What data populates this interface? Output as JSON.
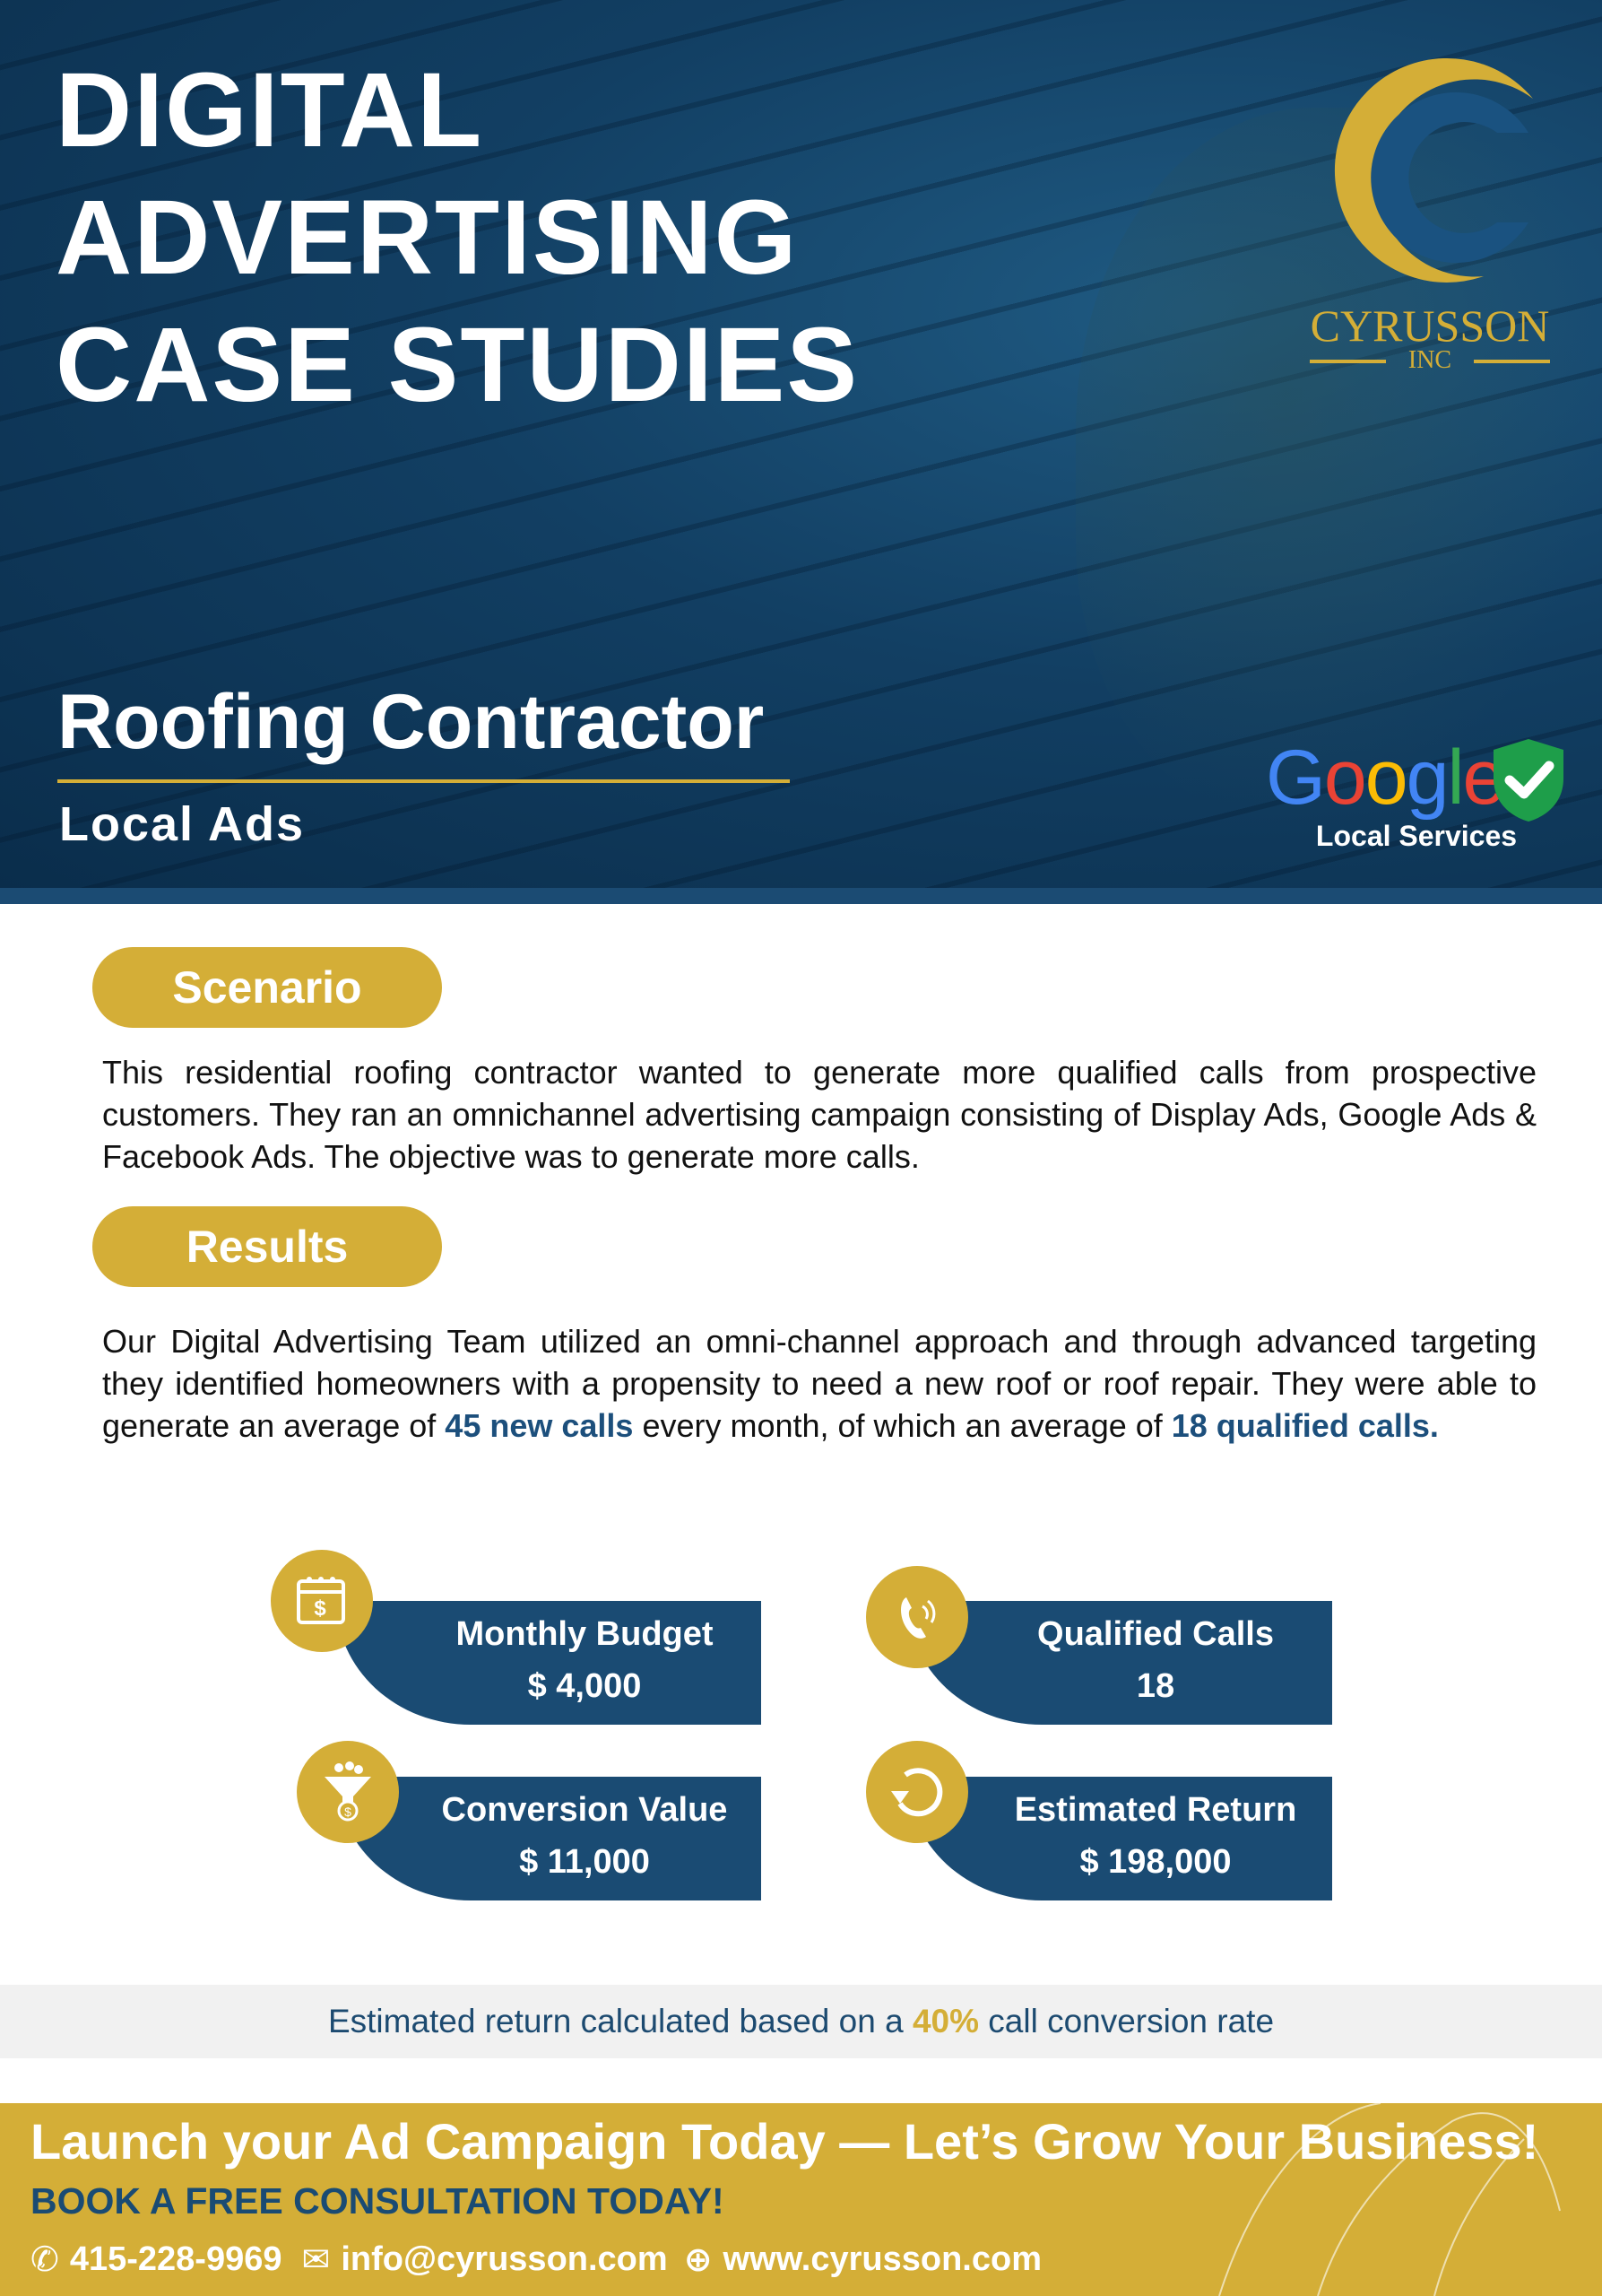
{
  "hero": {
    "title_lines": [
      "DIGITAL",
      "ADVERTISING",
      "CASE STUDIES"
    ],
    "subtitle": "Roofing Contractor",
    "tagline": "Local Ads"
  },
  "logo": {
    "name": "CYRUSSON",
    "suffix": "INC"
  },
  "badge": {
    "brand": "Google",
    "label": "Local Services"
  },
  "scenario": {
    "heading": "Scenario",
    "text": "This residential roofing contractor wanted to generate more qualified calls from prospective customers. They ran an omnichannel advertising campaign consisting of Display Ads, Google Ads & Facebook Ads. The objective was to generate more calls."
  },
  "results": {
    "heading": "Results",
    "text_before": "Our Digital Advertising Team utilized an omni-channel approach and through advanced targeting they identified homeowners with a propensity to need a new roof or roof repair. They were able to generate an average of ",
    "highlight1": "45 new calls",
    "text_middle": " every month, of which an average of ",
    "highlight2": "18 qualified calls."
  },
  "stats": [
    {
      "label": "Monthly Budget",
      "value": "$ 4,000",
      "icon": "calendar-dollar-icon"
    },
    {
      "label": "Qualified Calls",
      "value": "18",
      "icon": "phone-icon"
    },
    {
      "label": "Conversion Value",
      "value": "$ 11,000",
      "icon": "funnel-dollar-icon"
    },
    {
      "label": "Estimated Return",
      "value": "$ 198,000",
      "icon": "refresh-icon"
    }
  ],
  "note": {
    "before": "Estimated return calculated based on a ",
    "highlight": "40%",
    "after": " call conversion rate"
  },
  "footer": {
    "headline": "Launch your Ad Campaign Today — Let’s Grow Your Business!",
    "cta": "BOOK A FREE CONSULTATION TODAY!",
    "phone": "415-228-9969",
    "email": "info@cyrusson.com",
    "website": "www.cyrusson.com"
  },
  "colors": {
    "gold": "#d4ae37",
    "navy": "#1a4b73"
  }
}
